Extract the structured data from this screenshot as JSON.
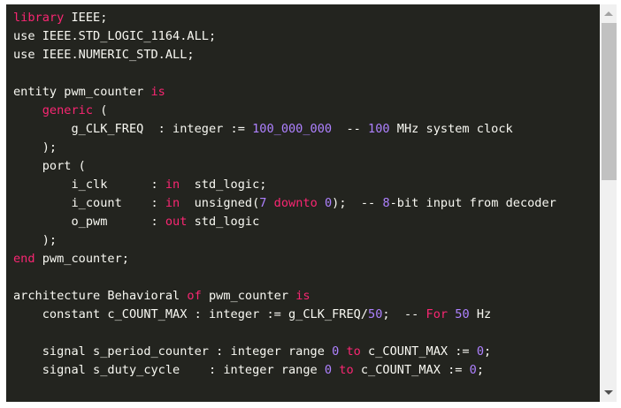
{
  "colors": {
    "background": "#23241f",
    "text": "#f8f8f2",
    "keyword": "#f92672",
    "number": "#ae81ff"
  },
  "scrollbar": {
    "position_fraction": 0.0,
    "visible_fraction": 0.4
  },
  "code_lines": [
    [
      [
        "kw",
        "library"
      ],
      [
        "t",
        " IEEE;"
      ]
    ],
    [
      [
        "t",
        "use IEEE.STD_LOGIC_1164.ALL;"
      ]
    ],
    [
      [
        "t",
        "use IEEE.NUMERIC_STD.ALL;"
      ]
    ],
    [],
    [
      [
        "t",
        "entity pwm_counter "
      ],
      [
        "kw",
        "is"
      ]
    ],
    [
      [
        "t",
        "    "
      ],
      [
        "kw",
        "generic"
      ],
      [
        "t",
        " ("
      ]
    ],
    [
      [
        "t",
        "        g_CLK_FREQ  : integer := "
      ],
      [
        "num",
        "100_000_000"
      ],
      [
        "t",
        "  -- "
      ],
      [
        "num",
        "100"
      ],
      [
        "t",
        " MHz system clock"
      ]
    ],
    [
      [
        "t",
        "    );"
      ]
    ],
    [
      [
        "t",
        "    port ("
      ]
    ],
    [
      [
        "t",
        "        i_clk      : "
      ],
      [
        "kw",
        "in"
      ],
      [
        "t",
        "  std_logic;"
      ]
    ],
    [
      [
        "t",
        "        i_count    : "
      ],
      [
        "kw",
        "in"
      ],
      [
        "t",
        "  unsigned("
      ],
      [
        "num",
        "7"
      ],
      [
        "t",
        " "
      ],
      [
        "kw",
        "downto"
      ],
      [
        "t",
        " "
      ],
      [
        "num",
        "0"
      ],
      [
        "t",
        ");  -- "
      ],
      [
        "num",
        "8"
      ],
      [
        "t",
        "-bit input from decoder"
      ]
    ],
    [
      [
        "t",
        "        o_pwm      : "
      ],
      [
        "kw",
        "out"
      ],
      [
        "t",
        " std_logic"
      ]
    ],
    [
      [
        "t",
        "    );"
      ]
    ],
    [
      [
        "kw",
        "end"
      ],
      [
        "t",
        " pwm_counter;"
      ]
    ],
    [],
    [
      [
        "t",
        "architecture Behavioral "
      ],
      [
        "kw",
        "of"
      ],
      [
        "t",
        " pwm_counter "
      ],
      [
        "kw",
        "is"
      ]
    ],
    [
      [
        "t",
        "    constant c_COUNT_MAX : integer := g_CLK_FREQ/"
      ],
      [
        "num",
        "50"
      ],
      [
        "t",
        ";  -- "
      ],
      [
        "kw",
        "For"
      ],
      [
        "t",
        " "
      ],
      [
        "num",
        "50"
      ],
      [
        "t",
        " Hz"
      ]
    ],
    [],
    [
      [
        "t",
        "    signal s_period_counter : integer range "
      ],
      [
        "num",
        "0"
      ],
      [
        "t",
        " "
      ],
      [
        "kw",
        "to"
      ],
      [
        "t",
        " c_COUNT_MAX := "
      ],
      [
        "num",
        "0"
      ],
      [
        "t",
        ";"
      ]
    ],
    [
      [
        "t",
        "    signal s_duty_cycle    : integer range "
      ],
      [
        "num",
        "0"
      ],
      [
        "t",
        " "
      ],
      [
        "kw",
        "to"
      ],
      [
        "t",
        " c_COUNT_MAX := "
      ],
      [
        "num",
        "0"
      ],
      [
        "t",
        ";"
      ]
    ]
  ]
}
